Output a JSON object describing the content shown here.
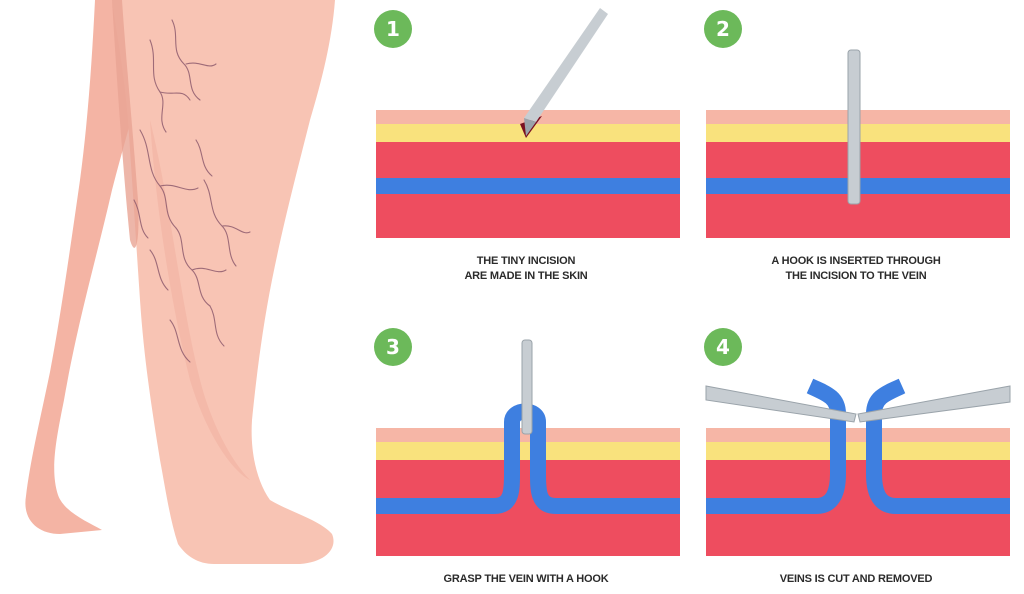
{
  "steps": [
    {
      "number": "1",
      "caption_line1": "THE TINY INCISION",
      "caption_line2": "ARE MADE IN THE SKIN"
    },
    {
      "number": "2",
      "caption_line1": "A HOOK IS INSERTED THROUGH",
      "caption_line2": "THE INCISION TO THE VEIN"
    },
    {
      "number": "3",
      "caption_line1": "GRASP THE VEIN WITH A HOOK",
      "caption_line2": ""
    },
    {
      "number": "4",
      "caption_line1": "VEINS IS CUT AND REMOVED",
      "caption_line2": ""
    }
  ],
  "colors": {
    "badge": "#6cb95a",
    "skin_top": "#f6b6a6",
    "fat_layer": "#f9e27d",
    "tissue": "#ee4d5f",
    "vein": "#3e7fe0",
    "tool": "#c7cdd2",
    "leg": "#f8c4b4",
    "varicose": "#8f5c6e"
  }
}
